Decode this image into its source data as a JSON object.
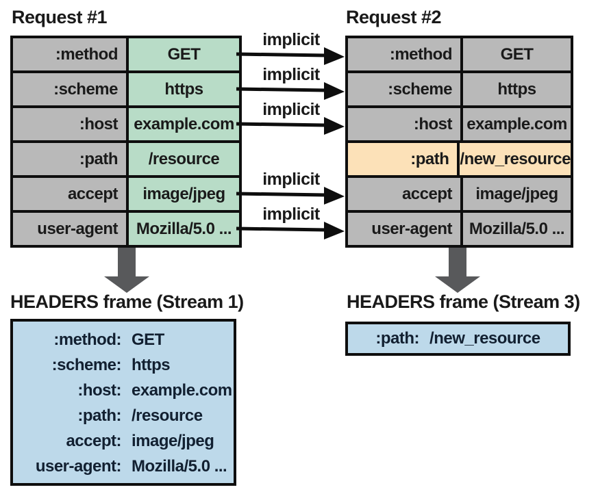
{
  "colors": {
    "cell_gray": "#b9b9b9",
    "cell_green": "#b8dcc7",
    "cell_orange": "#fce1b8",
    "frame_blue": "#bdd9ea",
    "border_black": "#0e0e0e",
    "down_arrow_gray": "#58595b",
    "frame_text_navy": "#122031"
  },
  "request1": {
    "title": "Request #1",
    "rows": [
      {
        "label": ":method",
        "value": "GET"
      },
      {
        "label": ":scheme",
        "value": "https"
      },
      {
        "label": ":host",
        "value": "example.com"
      },
      {
        "label": ":path",
        "value": "/resource"
      },
      {
        "label": "accept",
        "value": "image/jpeg"
      },
      {
        "label": "user-agent",
        "value": "Mozilla/5.0 ..."
      }
    ]
  },
  "request2": {
    "title": "Request #2",
    "rows": [
      {
        "label": ":method",
        "value": "GET",
        "highlight": false
      },
      {
        "label": ":scheme",
        "value": "https",
        "highlight": false
      },
      {
        "label": ":host",
        "value": "example.com",
        "highlight": false
      },
      {
        "label": ":path",
        "value": "/new_resource",
        "highlight": true
      },
      {
        "label": "accept",
        "value": "image/jpeg",
        "highlight": false
      },
      {
        "label": "user-agent",
        "value": "Mozilla/5.0 ...",
        "highlight": false
      }
    ]
  },
  "arrows": {
    "label": "implicit",
    "count": 5,
    "connected_rows": [
      ":method",
      ":scheme",
      ":host",
      "accept",
      "user-agent"
    ]
  },
  "frames": [
    {
      "title": "HEADERS frame (Stream 1)",
      "entries": [
        {
          "label": ":method:",
          "value": "GET"
        },
        {
          "label": ":scheme:",
          "value": "https"
        },
        {
          "label": ":host:",
          "value": "example.com"
        },
        {
          "label": ":path:",
          "value": "/resource"
        },
        {
          "label": "accept:",
          "value": "image/jpeg"
        },
        {
          "label": "user-agent:",
          "value": "Mozilla/5.0 ..."
        }
      ]
    },
    {
      "title": "HEADERS frame (Stream 3)",
      "entries": [
        {
          "label": ":path:",
          "value": "/new_resource"
        }
      ]
    }
  ]
}
